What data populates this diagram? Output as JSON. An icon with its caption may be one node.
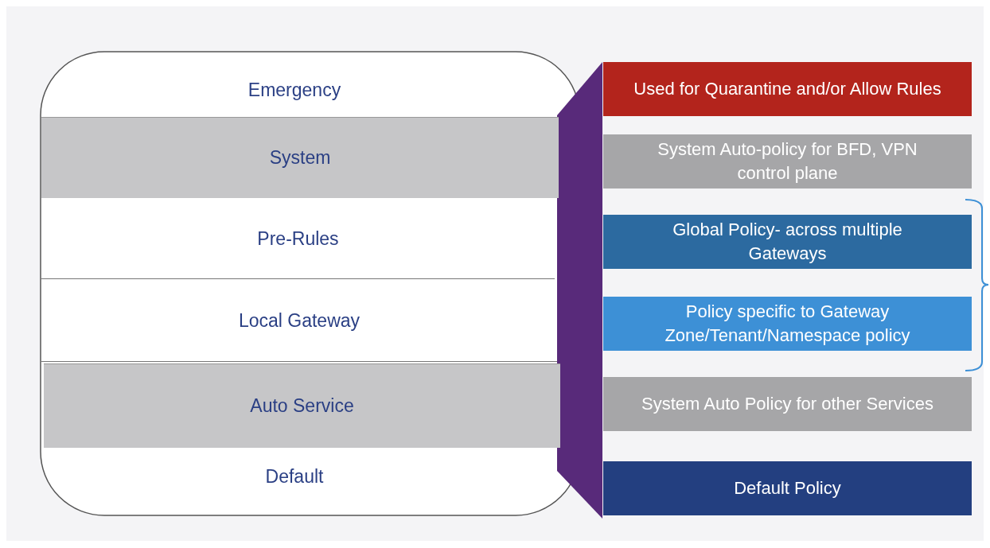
{
  "diagram": {
    "nodes": [
      {
        "text": [
          "Emergency"
        ]
      },
      {
        "text": [
          "System"
        ]
      },
      {
        "text": [
          "Pre-Rules"
        ]
      },
      {
        "text": [
          "Local Gateway"
        ]
      },
      {
        "text": [
          "Auto Service"
        ]
      },
      {
        "text": [
          "Default"
        ]
      },
      {
        "text": [
          "Used for Quarantine and/or Allow Rules"
        ]
      },
      {
        "text": [
          "System Auto-policy for BFD, VPN control plane"
        ]
      },
      {
        "text": [
          "Global Policy- across multiple Gateways"
        ]
      },
      {
        "text": [
          "Policy specific to Gateway Zone/Tenant/Namespace policy"
        ]
      },
      {
        "text": [
          "System Auto Policy for other Services"
        ]
      },
      {
        "text": [
          "Default Policy"
        ]
      }
    ]
  }
}
